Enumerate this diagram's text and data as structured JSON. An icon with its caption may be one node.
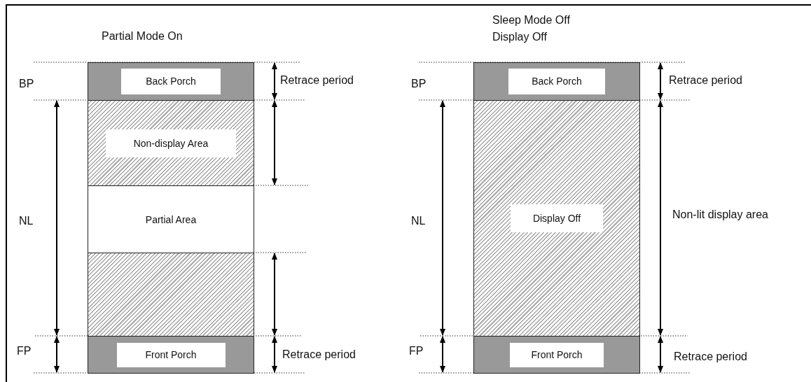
{
  "diagram": {
    "nodes": [
      {
        "text": [
          "Back Porch"
        ]
      },
      {
        "text": [
          "Non-display Area"
        ]
      },
      {
        "text": [
          "Partial Area"
        ]
      },
      {
        "text": [],
        "shape": "box"
      },
      {
        "text": [
          "Front Porch"
        ]
      },
      {
        "text": [
          "Back Porch"
        ]
      },
      {
        "text": [
          "Display Off"
        ]
      },
      {
        "text": [
          "Front Porch"
        ]
      }
    ],
    "edges": [],
    "labels": [
      "Partial Mode On",
      "Sleep Mode Off",
      "Display Off",
      "BP",
      "Retrace period",
      "BP",
      "Retrace period",
      "NL",
      "NL",
      "Non-lit display area",
      "FP",
      "Retrace period",
      "FP",
      "Retrace period"
    ]
  }
}
